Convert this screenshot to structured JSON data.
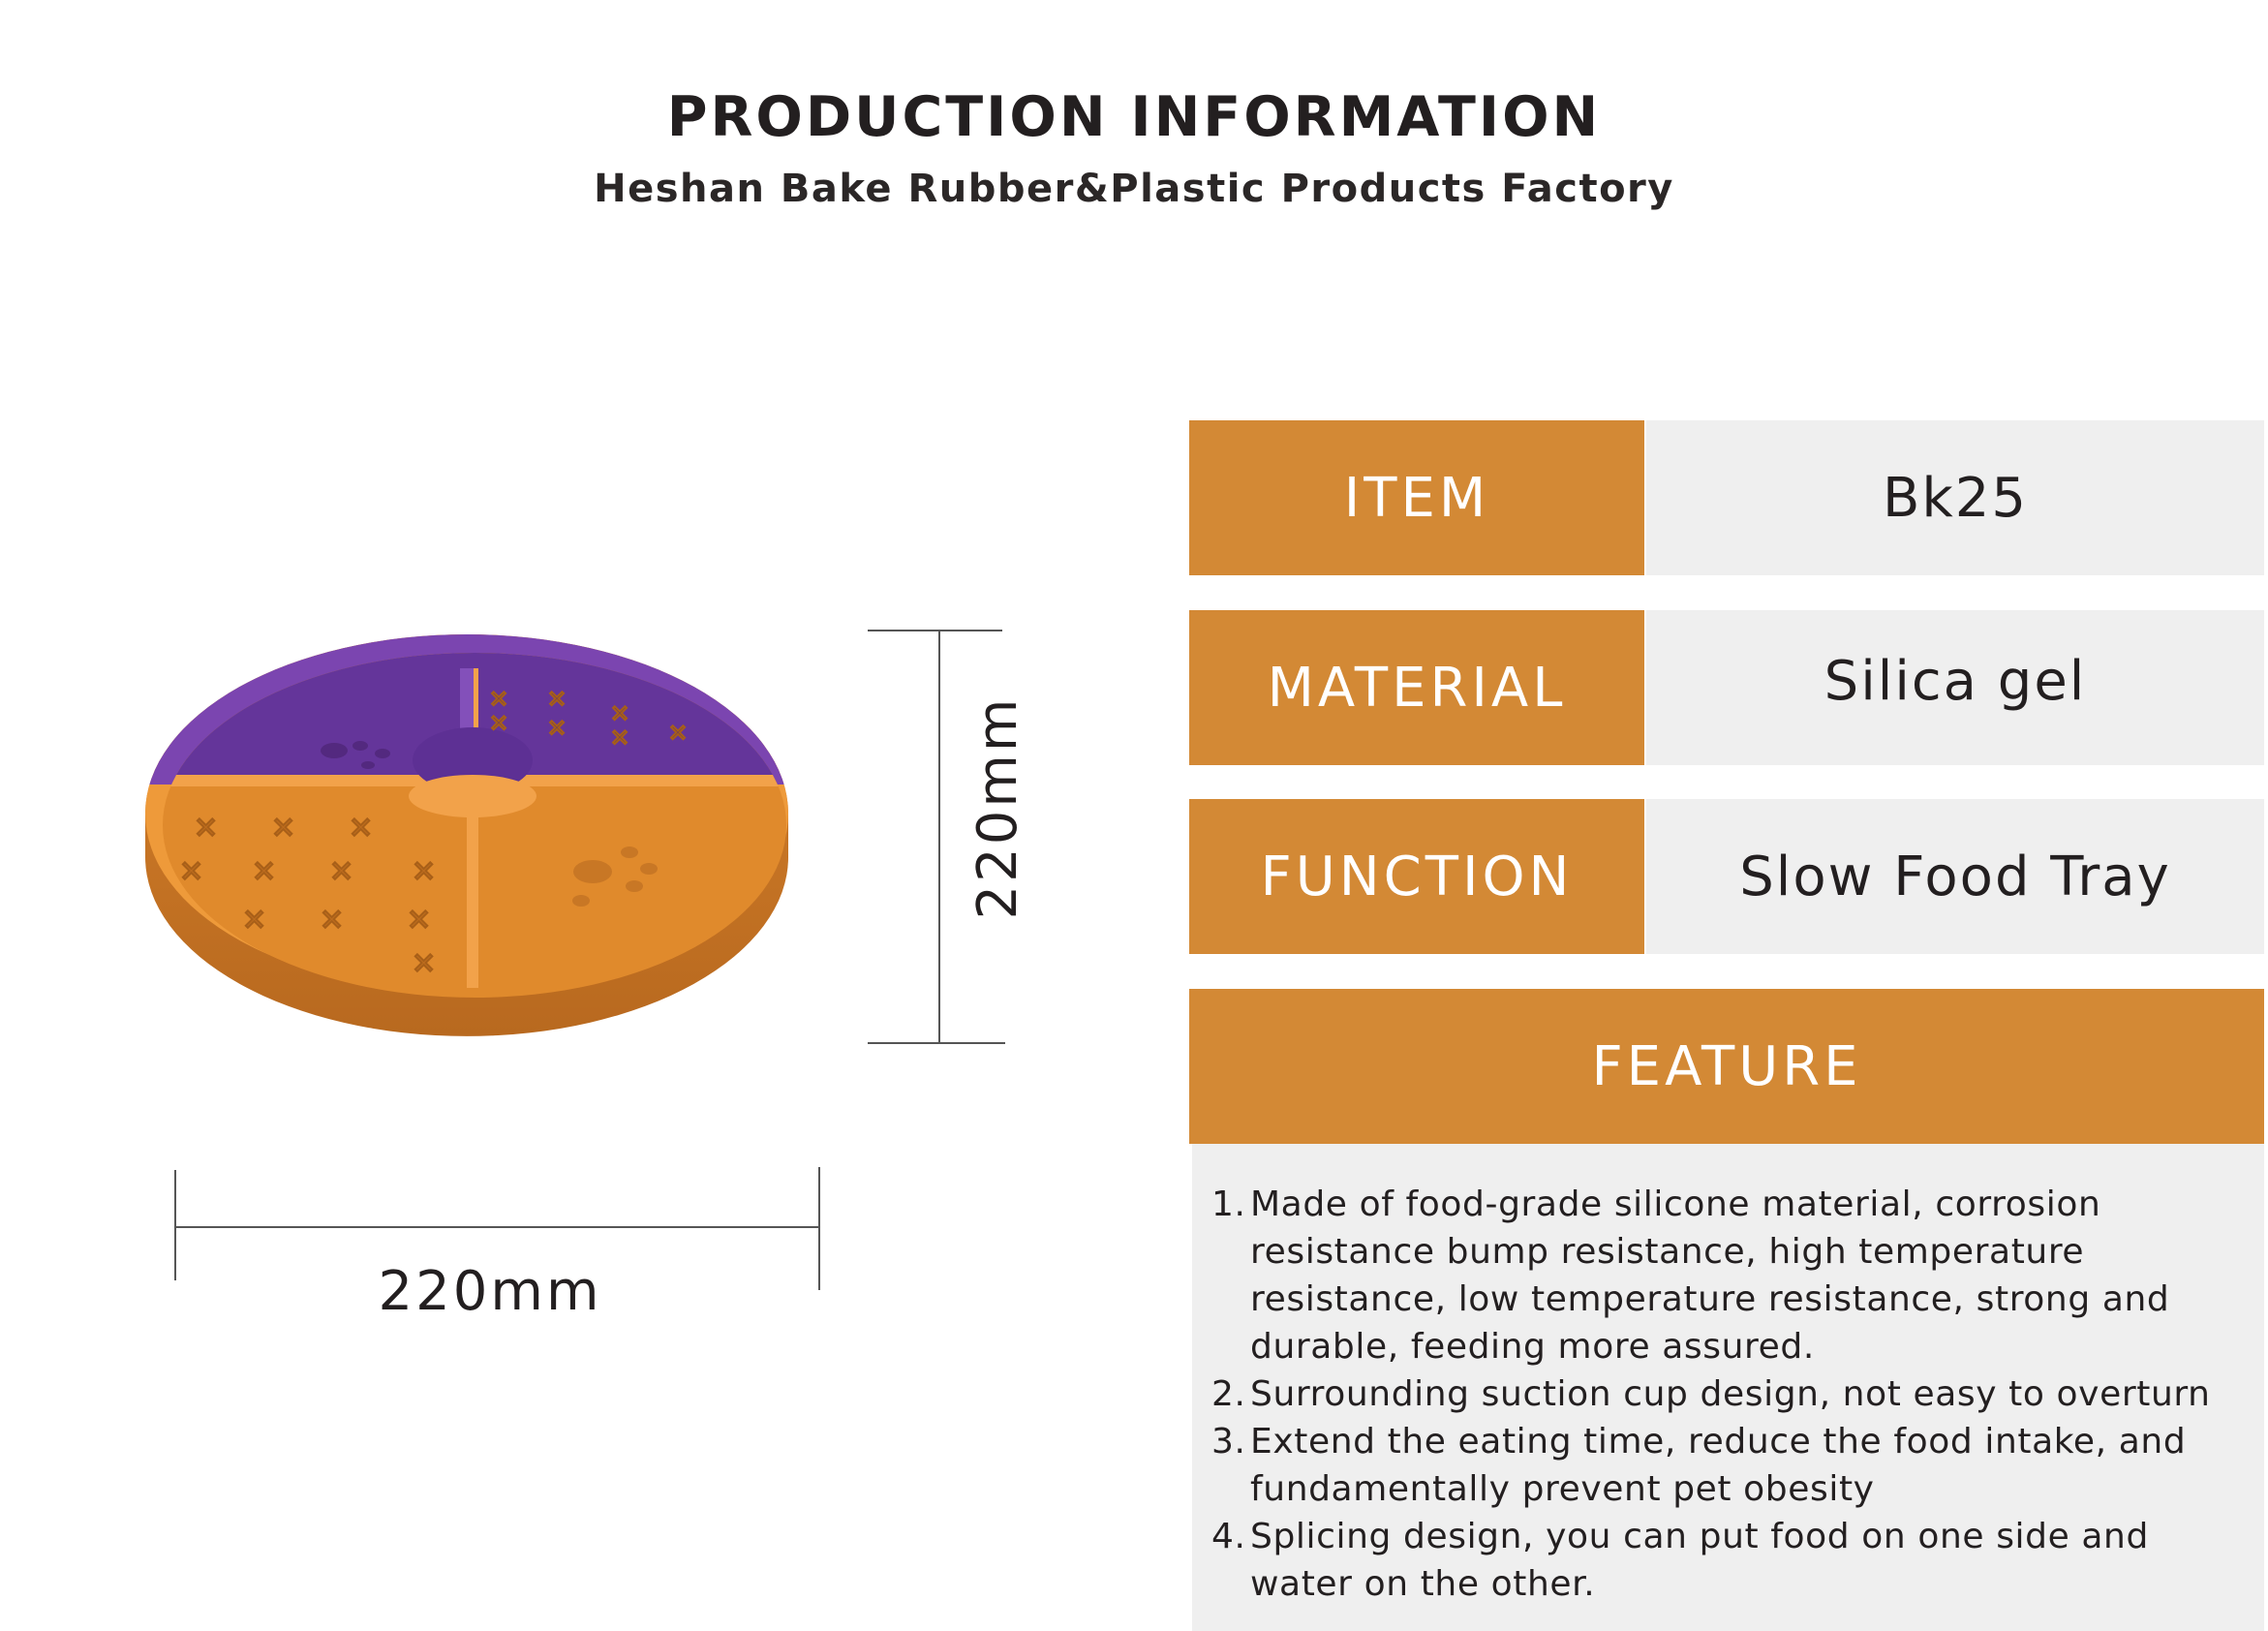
{
  "header": {
    "title": "PRODUCTION INFORMATION",
    "subtitle": "Heshan Bake Rubber&Plastic Products Factory"
  },
  "product": {
    "height_label": "220mm",
    "width_label": "220mm",
    "colors": {
      "orange": "#e8922f",
      "purple": "#6a3a9e"
    }
  },
  "specs": [
    {
      "label": "ITEM",
      "value": "Bk25"
    },
    {
      "label": "MATERIAL",
      "value": "Silica gel"
    },
    {
      "label": "FUNCTION",
      "value": "Slow Food Tray"
    }
  ],
  "feature": {
    "heading": "FEATURE",
    "items": [
      {
        "num": "1.",
        "text": "Made of food-grade silicone material, corrosion resistance bump resistance, high temperature resistance, low temperature resistance, strong and durable, feeding more assured."
      },
      {
        "num": "2.",
        "text": "Surrounding suction cup design, not easy to overturn"
      },
      {
        "num": "3.",
        "text": "Extend the eating time, reduce the food intake, and fundamentally prevent pet obesity"
      },
      {
        "num": "4.",
        "text": "Splicing design, you can put food on one side and water on the other."
      }
    ]
  },
  "theme": {
    "accent": "#d38935",
    "panel": "#efefef",
    "text": "#231f20"
  }
}
